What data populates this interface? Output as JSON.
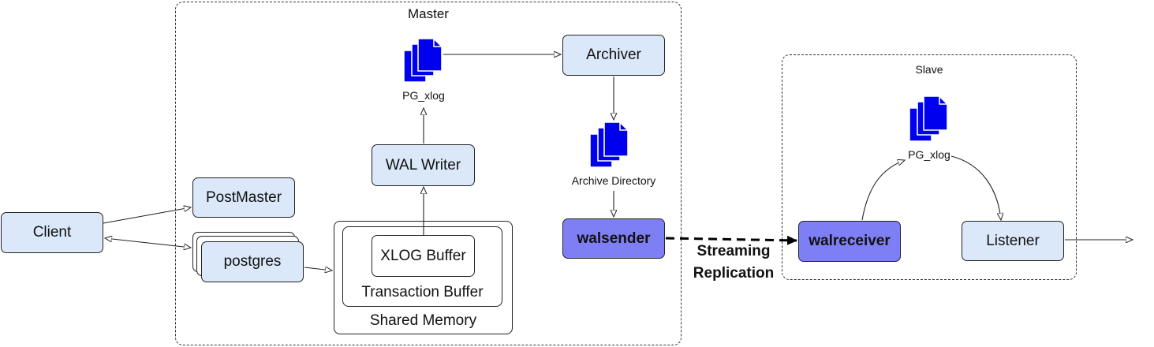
{
  "master": {
    "title": "Master"
  },
  "slave": {
    "title": "Slave"
  },
  "nodes": {
    "client": "Client",
    "postmaster": "PostMaster",
    "postgres": "postgres",
    "wal_writer": "WAL Writer",
    "archiver": "Archiver",
    "walsender": "walsender",
    "walreceiver": "walreceiver",
    "listener": "Listener",
    "xlog_buffer": "XLOG Buffer"
  },
  "containers": {
    "transaction_buffer": "Transaction Buffer",
    "shared_memory": "Shared Memory"
  },
  "icons": {
    "master_pg_xlog": {
      "icon": "document-stack-icon",
      "label": "PG_xlog"
    },
    "archive_directory": {
      "icon": "document-stack-icon",
      "label": "Archive Directory"
    },
    "slave_pg_xlog": {
      "icon": "document-stack-icon",
      "label": "PG_xlog"
    }
  },
  "edges": {
    "streaming_replication": {
      "line1": "Streaming",
      "line2": "Replication"
    }
  },
  "colors": {
    "node_fill": "#dbe8f9",
    "highlight_fill": "#7f7ff5",
    "icon_fill": "#0000ee"
  }
}
